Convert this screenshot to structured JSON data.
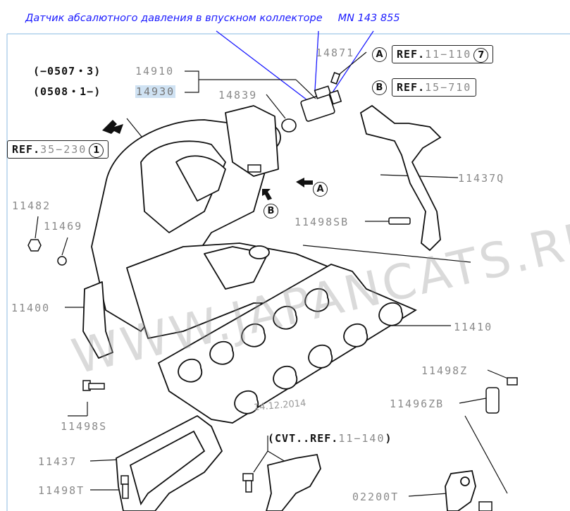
{
  "caption": {
    "title": "Датчик абсалютного давления в впускном коллекторе",
    "part_number": "MN 143 855"
  },
  "labels": {
    "p14871": "14871",
    "range1": "(−0507・3)",
    "p14910": "14910",
    "range2": "(0508・1−)",
    "p14930": "14930",
    "p14839": "14839",
    "p11437q": "11437Q",
    "p11482": "11482",
    "p11469": "11469",
    "p11498sb": "11498SB",
    "p11400": "11400",
    "p11410": "11410",
    "p11498z": "11498Z",
    "p11496zb": "11496ZB",
    "p11498s": "11498S",
    "p11437": "11437",
    "p11498t": "11498T",
    "p02200t": "02200T",
    "cvt_prefix": "(CVT..REF.",
    "cvt_ref": "11−140",
    "cvt_suffix": ")"
  },
  "refs": [
    {
      "key": "REF.",
      "value": "11−110",
      "circle": "7",
      "marker": "A"
    },
    {
      "key": "REF.",
      "value": "15−710",
      "circle": "",
      "marker": "B"
    },
    {
      "key": "REF.",
      "value": "35−230",
      "circle": "1",
      "marker": ""
    }
  ],
  "markers": {
    "a": "A",
    "b": "B"
  },
  "watermark": "WWW.JAPANCATS.RU",
  "date": "14.12.2014",
  "colors": {
    "annotation": "#1a1aff",
    "label_gray": "#8a8a8a",
    "highlight": "#cfe2f3"
  }
}
